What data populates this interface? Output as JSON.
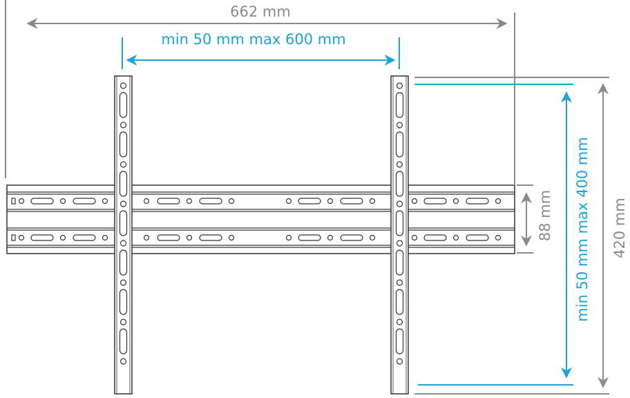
{
  "dimensions": {
    "overall_width": "662 mm",
    "vesa_horizontal": "min 50 mm max 600 mm",
    "vesa_vertical": "min 50 mm max 400 mm",
    "overall_height": "420 mm",
    "rail_height": "88 mm"
  },
  "colors": {
    "dimension_gray": "#8a8a8a",
    "vesa_blue": "#1aa3dc",
    "outline": "#333333"
  }
}
